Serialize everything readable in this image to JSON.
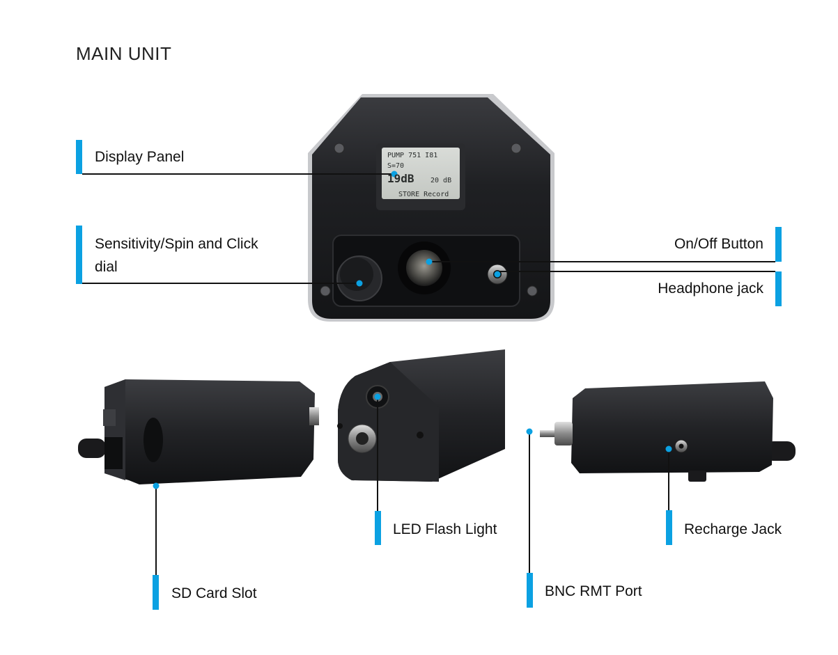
{
  "page": {
    "title": "MAIN UNIT"
  },
  "display_text": {
    "line1": "PUMP 751 I81",
    "line2": "S=70",
    "line3": "19dB",
    "line3b": "20 dB",
    "line4": "STORE Record"
  },
  "callouts": {
    "display_panel": "Display Panel",
    "sensitivity_line1": "Sensitivity/Spin and Click",
    "sensitivity_line2": "dial",
    "onoff": "On/Off Button",
    "headphone": "Headphone jack",
    "sd_card": "SD Card Slot",
    "led": "LED Flash Light",
    "recharge": "Recharge Jack",
    "bnc": "BNC RMT Port"
  },
  "colors": {
    "accent": "#0ba1e2",
    "device": "#1b1c1f",
    "leader": "#111111"
  }
}
